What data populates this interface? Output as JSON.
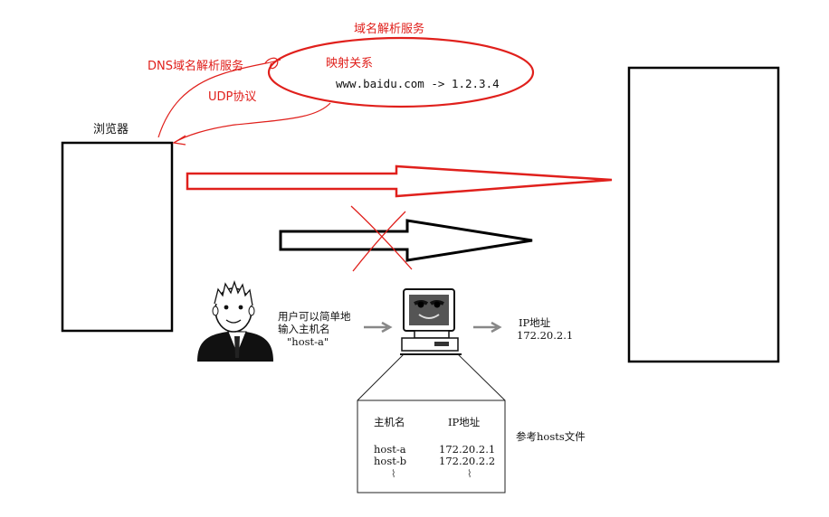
{
  "dns": {
    "service_title": "域名解析服务",
    "dns_service_label": "DNS域名解析服务",
    "udp_label": "UDP协议",
    "mapping_title": "映射关系",
    "mapping_example": "www.baidu.com -> 1.2.3.4"
  },
  "browser": {
    "label": "浏览器"
  },
  "hosts_figure": {
    "user_caption_line1": "用户可以简单地",
    "user_caption_line2": "输入主机名",
    "user_caption_line3": "\"host-a\"",
    "ip_label": "IP地址",
    "ip_value": "172.20.2.1",
    "table_header_host": "主机名",
    "table_header_ip": "IP地址",
    "rows": [
      {
        "host": "host-a",
        "ip": "172.20.2.1"
      },
      {
        "host": "host-b",
        "ip": "172.20.2.2"
      }
    ],
    "ellipsis": "⌇",
    "hosts_file_caption": "参考hosts文件"
  },
  "colors": {
    "annotation_red": "#e0201c",
    "outline_black": "#000000"
  }
}
